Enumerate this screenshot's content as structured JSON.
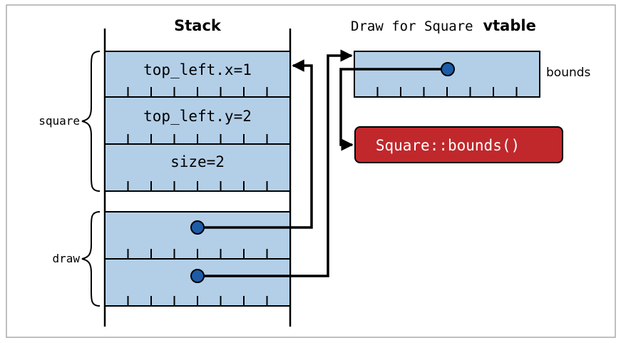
{
  "stack": {
    "title": "Stack",
    "cells": [
      {
        "label": "top_left.x=1"
      },
      {
        "label": "top_left.y=2"
      },
      {
        "label": "size=2"
      },
      {
        "label": ""
      },
      {
        "label": ""
      }
    ],
    "groups": {
      "square": "square",
      "draw": "draw"
    }
  },
  "vtable": {
    "title_prefix": "Draw for Square",
    "title_suffix": "vtable",
    "slot_label": "bounds",
    "method": "Square::bounds()"
  },
  "colors": {
    "cell_fill": "#b3cfe8",
    "stroke": "#000000",
    "dot": "#1d5ca8",
    "method_fill": "#c0282c",
    "method_text": "#ffffff",
    "frame": "#aaaaaa"
  }
}
